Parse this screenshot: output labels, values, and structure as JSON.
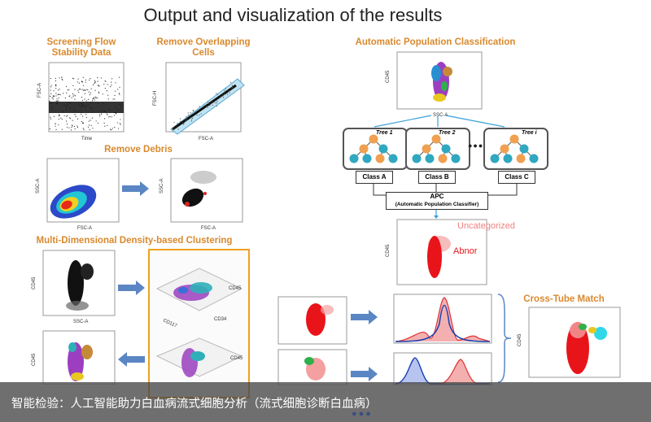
{
  "title": "Output and visualization of the results",
  "sections": {
    "screening": "Screening Flow\nStability Data",
    "overlap": "Remove Overlapping\nCells",
    "debris": "Remove Debris",
    "clustering": "Multi-Dimensional Density-based Clustering",
    "apc_title": "Automatic Population Classification",
    "cross_tube": "Cross-Tube Match"
  },
  "axes": {
    "fsc_a": "FSC-A",
    "fsc_h": "FSC-H",
    "time": "Time",
    "ssc_a": "SSC-A",
    "cd45": "CD45",
    "cd117": "CD117",
    "cd34": "CD34"
  },
  "trees": [
    "Tree 1",
    "Tree 2",
    "Tree i"
  ],
  "ellipsis": "●●●",
  "classes": [
    "Class A",
    "Class B",
    "Class C"
  ],
  "apc": {
    "line1": "APC",
    "line2": "(Automatic Population Classifier)"
  },
  "labels": {
    "uncategorized": "Uncategorized",
    "abnormal": "Abnor"
  },
  "caption": "智能检验：人工智能助力白血病流式细胞分析（流式细胞诊断白血病）",
  "colors": {
    "accent": "#d9892e",
    "arrow": "#5b86c4",
    "tree_node_orange": "#f0a050",
    "tree_node_teal": "#2fa8c0",
    "red_cluster": "#e8141a",
    "frame": "#f0a020"
  },
  "page_dots": "●●●"
}
